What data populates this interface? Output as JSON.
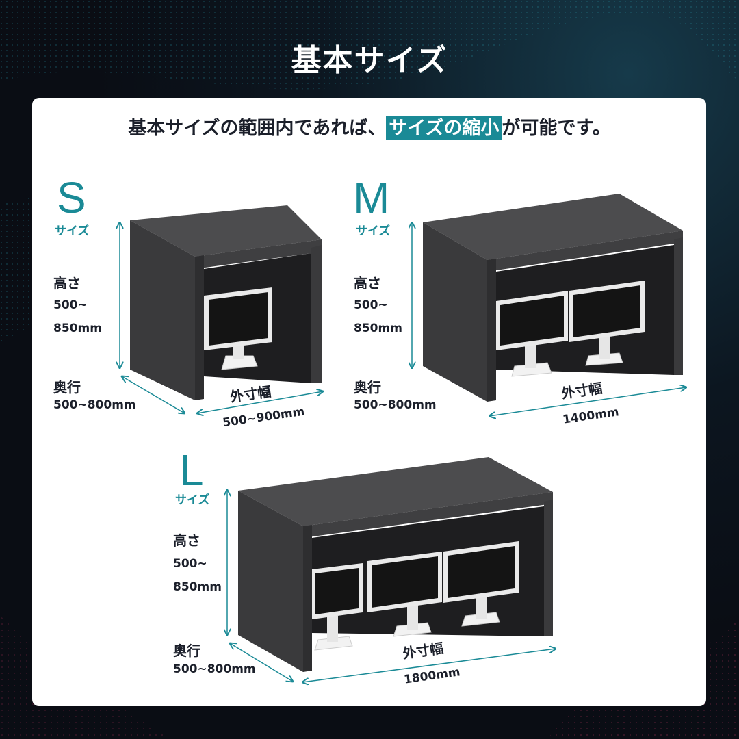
{
  "title": "基本サイズ",
  "subtitle": {
    "before": "基本サイズの範囲内であれば、",
    "highlight": "サイズの縮小",
    "after": "が可能です。"
  },
  "sizes": {
    "s": {
      "letter": "S",
      "word": "サイズ",
      "height_label": "高さ",
      "height_v1": "500~",
      "height_v2": "850mm",
      "depth_label": "奥行",
      "depth_value": "500~800mm",
      "width_label": "外寸幅",
      "width_value": "500~900mm"
    },
    "m": {
      "letter": "M",
      "word": "サイズ",
      "height_label": "高さ",
      "height_v1": "500~",
      "height_v2": "850mm",
      "depth_label": "奥行",
      "depth_value": "500~800mm",
      "width_label": "外寸幅",
      "width_value": "1400mm"
    },
    "l": {
      "letter": "L",
      "word": "サイズ",
      "height_label": "高さ",
      "height_v1": "500~",
      "height_v2": "850mm",
      "depth_label": "奥行",
      "depth_value": "500~800mm",
      "width_label": "外寸幅",
      "width_value": "1800mm"
    }
  },
  "colors": {
    "accent": "#1a8a96",
    "booth_dark": "#3a3a3c",
    "booth_top": "#4a4a4c",
    "panel": "#ffffff"
  }
}
